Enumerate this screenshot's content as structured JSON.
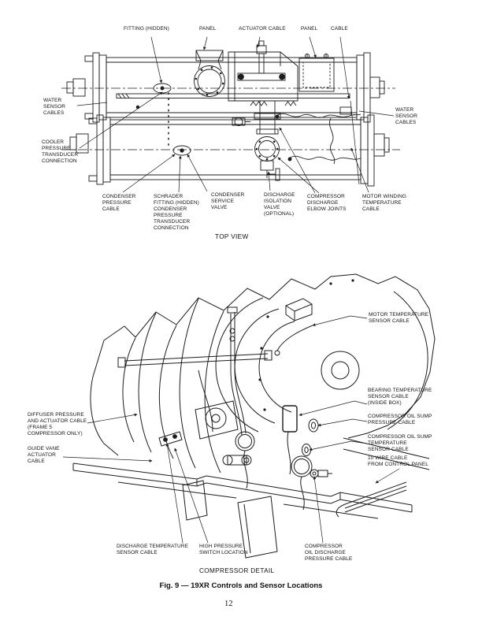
{
  "page": {
    "number": "12"
  },
  "figure_caption": "Fig. 9 — 19XR Controls and Sensor Locations",
  "line_color": "#1c1c1c",
  "top_view": {
    "caption": "TOP VIEW",
    "labels": [
      {
        "id": "fitting-hidden",
        "text": "FITTING (HIDDEN)"
      },
      {
        "id": "panel-left",
        "text": "PANEL"
      },
      {
        "id": "actuator-cable",
        "text": "ACTUATOR CABLE"
      },
      {
        "id": "panel-right",
        "text": "PANEL"
      },
      {
        "id": "cable",
        "text": "CABLE"
      },
      {
        "id": "water-sensor-cables-left",
        "text": "WATER\nSENSOR\nCABLES"
      },
      {
        "id": "cooler-pressure-transducer-connection",
        "text": "COOLER\nPRESSURE\nTRANSDUCER\nCONNECTION"
      },
      {
        "id": "condenser-pressure-cable",
        "text": "CONDENSER\nPRESSURE\nCABLE"
      },
      {
        "id": "schrader-fitting-hidden-condenser-pressure-transducer-connection",
        "text": "SCHRADER\nFITTING (HIDDEN)\nCONDENSER\nPRESSURE\nTRANSDUCER\nCONNECTION"
      },
      {
        "id": "condenser-service-valve",
        "text": "CONDENSER\nSERVICE\nVALVE"
      },
      {
        "id": "discharge-isolation-valve-optional",
        "text": "DISCHARGE\nISOLATION\nVALVE\n(OPTIONAL)"
      },
      {
        "id": "compressor-discharge-elbow-joints",
        "text": "COMPRESSOR\nDISCHARGE\nELBOW JOINTS"
      },
      {
        "id": "motor-winding-temperature-cable",
        "text": "MOTOR WINDING\nTEMPERATURE\nCABLE"
      },
      {
        "id": "water-sensor-cables-right",
        "text": "WATER\nSENSOR\nCABLES"
      }
    ]
  },
  "compressor_detail": {
    "caption": "COMPRESSOR DETAIL",
    "labels": [
      {
        "id": "motor-temperature-sensor-cable",
        "text": "MOTOR TEMPERATURE\nSENSOR CABLE"
      },
      {
        "id": "bearing-temperature-sensor-cable-inside-box",
        "text": "BEARING TEMPERATURE\nSENSOR CABLE\n(INSIDE BOX)"
      },
      {
        "id": "compressor-oil-sump-pressure-cable",
        "text": "COMPRESSOR OIL SUMP\nPRESSURE CABLE"
      },
      {
        "id": "compressor-oil-sump-temperature-sensor-cable",
        "text": "COMPRESSOR OIL SUMP\nTEMPERATURE\nSENSOR CABLE"
      },
      {
        "id": "ten-wire-cable-from-control-panel",
        "text": "10 WIRE CABLE\nFROM CONTROL PANEL"
      },
      {
        "id": "diffuser-pressure-and-actuator-cable",
        "text": "DIFFUSER PRESSURE\nAND ACTUATOR CABLE\n(FRAME 5\nCOMPRESSOR ONLY)"
      },
      {
        "id": "guide-vane-actuator-cable",
        "text": "GUIDE VANE\nACTUATOR\nCABLE"
      },
      {
        "id": "discharge-temperature-sensor-cable",
        "text": "DISCHARGE TEMPERATURE\nSENSOR CABLE"
      },
      {
        "id": "high-pressure-switch-location",
        "text": "HIGH PRESSURE\nSWITCH LOCATION"
      },
      {
        "id": "compressor-oil-discharge-pressure-cable",
        "text": "COMPRESSOR\nOIL DISCHARGE\nPRESSURE CABLE"
      }
    ]
  }
}
